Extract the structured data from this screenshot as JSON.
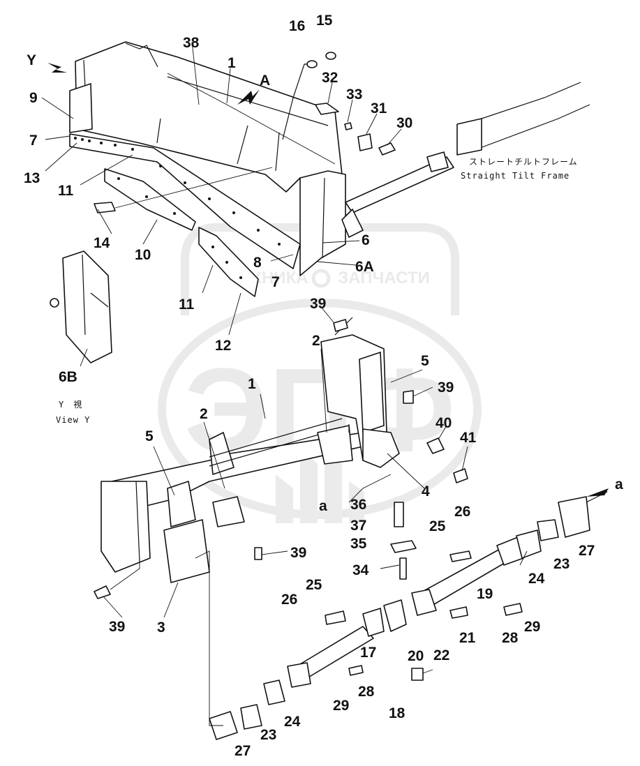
{
  "labels": {
    "y_arrow": "Y",
    "a_arrow": "A",
    "p38": "38",
    "p1a": "1",
    "p16": "16",
    "p15": "15",
    "p32": "32",
    "p33": "33",
    "p31": "31",
    "p30": "30",
    "p9": "9",
    "p7a": "7",
    "p13": "13",
    "p11a": "11",
    "p14": "14",
    "p10": "10",
    "p6": "6",
    "p8": "8",
    "p6A": "6A",
    "p7b": "7",
    "p11b": "11",
    "p39a": "39",
    "p12": "12",
    "p6B": "6B",
    "p2a": "2",
    "p5a": "5",
    "p39b": "39",
    "p1b": "1",
    "p2b": "2",
    "p5b": "5",
    "p40": "40",
    "p41": "41",
    "p4": "4",
    "p_a1": "a",
    "p36": "36",
    "p37": "37",
    "p35": "35",
    "p39c": "39",
    "p34": "34",
    "p26a": "26",
    "p25a": "25",
    "p39d": "39",
    "p3": "3",
    "p26b": "26",
    "p25b": "25",
    "p19": "19",
    "p17": "17",
    "p20": "20",
    "p21": "21",
    "p22": "22",
    "p28a": "28",
    "p29a": "29",
    "p18": "18",
    "p29b": "29",
    "p28b": "28",
    "p24a": "24",
    "p23a": "23",
    "p27a": "27",
    "p24b": "24",
    "p23b": "23",
    "p27b": "27",
    "p_a2": "a"
  },
  "captions": {
    "straight_tilt_jp": "ストレートチルトフレーム",
    "straight_tilt_en": "Straight Tilt Frame",
    "view_y_jp": "Y　視",
    "view_y_en": "View Y"
  },
  "watermark": {
    "big": "ЭПФ",
    "left": "ТЕХНИКА",
    "right": "ЗАПЧАСТИ"
  },
  "colors": {
    "ink": "#111111",
    "watermark": "#d9d9d9"
  }
}
